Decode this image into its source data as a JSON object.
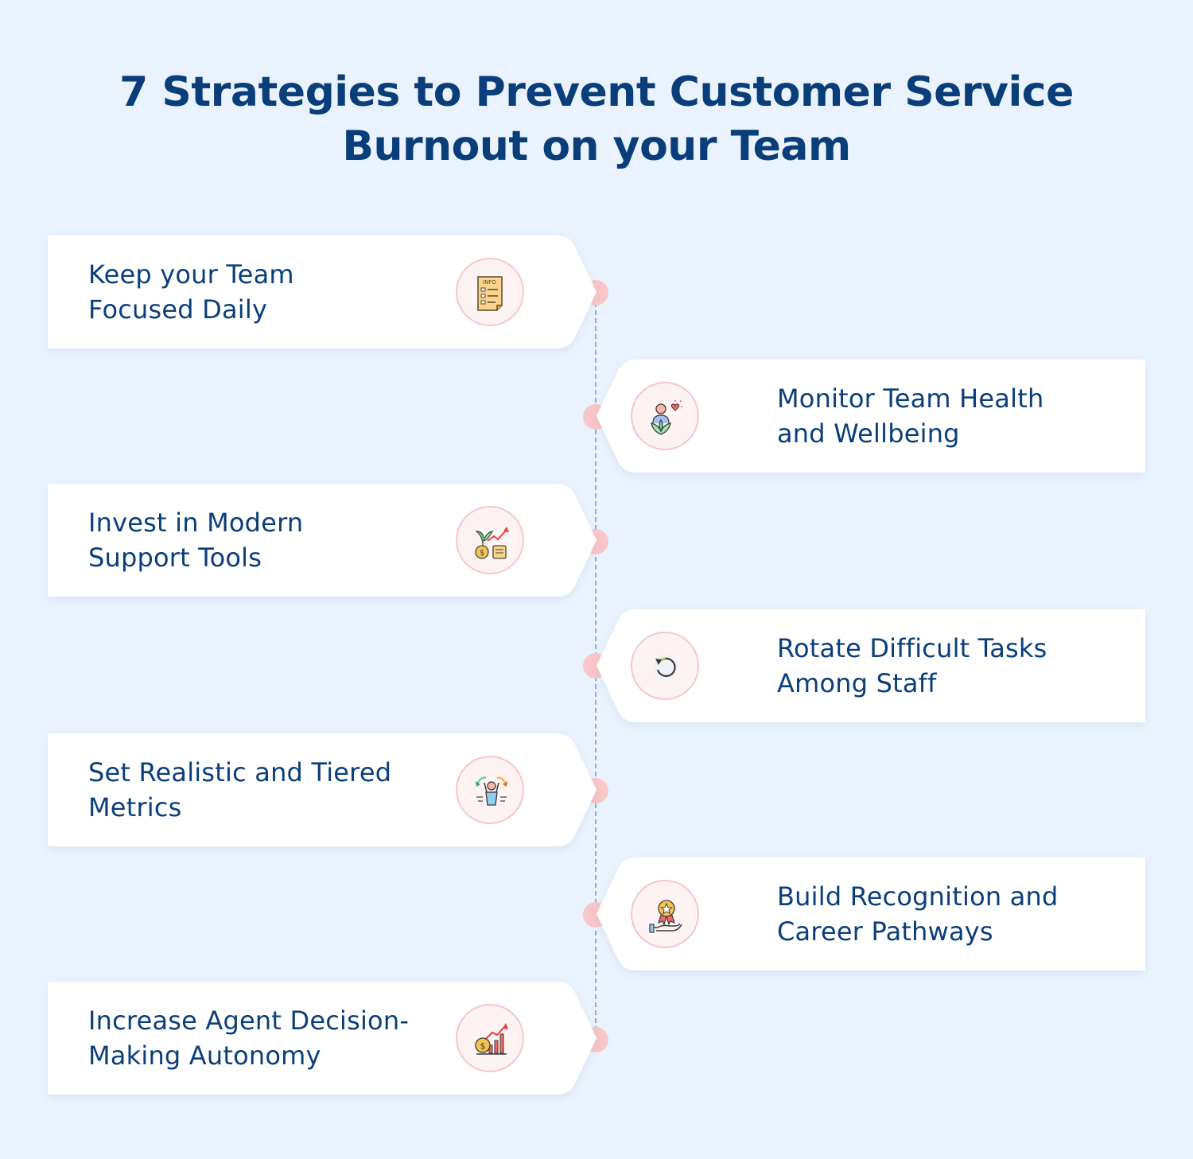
{
  "title": {
    "line1": "7 Strategies to Prevent Customer Service",
    "line2": "Burnout on your Team"
  },
  "strategies": [
    {
      "line1": "Keep your Team",
      "line2": "Focused Daily",
      "icon": "info-checklist-icon"
    },
    {
      "line1": "Monitor Team Health",
      "line2": "and Wellbeing",
      "icon": "wellbeing-person-heart-icon"
    },
    {
      "line1": "Invest in Modern",
      "line2": "Support Tools",
      "icon": "investment-growth-icon"
    },
    {
      "line1": "Rotate Difficult Tasks",
      "line2": "Among Staff",
      "icon": "rotate-arrow-icon"
    },
    {
      "line1": "Set Realistic and Tiered",
      "line2": "Metrics",
      "icon": "person-decision-arrows-icon"
    },
    {
      "line1": "Build Recognition and",
      "line2": "Career Pathways",
      "icon": "award-badge-hand-icon"
    },
    {
      "line1": "Increase Agent Decision-",
      "line2": "Making Autonomy",
      "icon": "money-growth-chart-icon"
    }
  ],
  "colors": {
    "background": "#eaf3fd",
    "title": "#0a3e7a",
    "dot": "#f9c6c9",
    "icon_ring": "#f6c7c9",
    "line": "#7fb0ea"
  }
}
